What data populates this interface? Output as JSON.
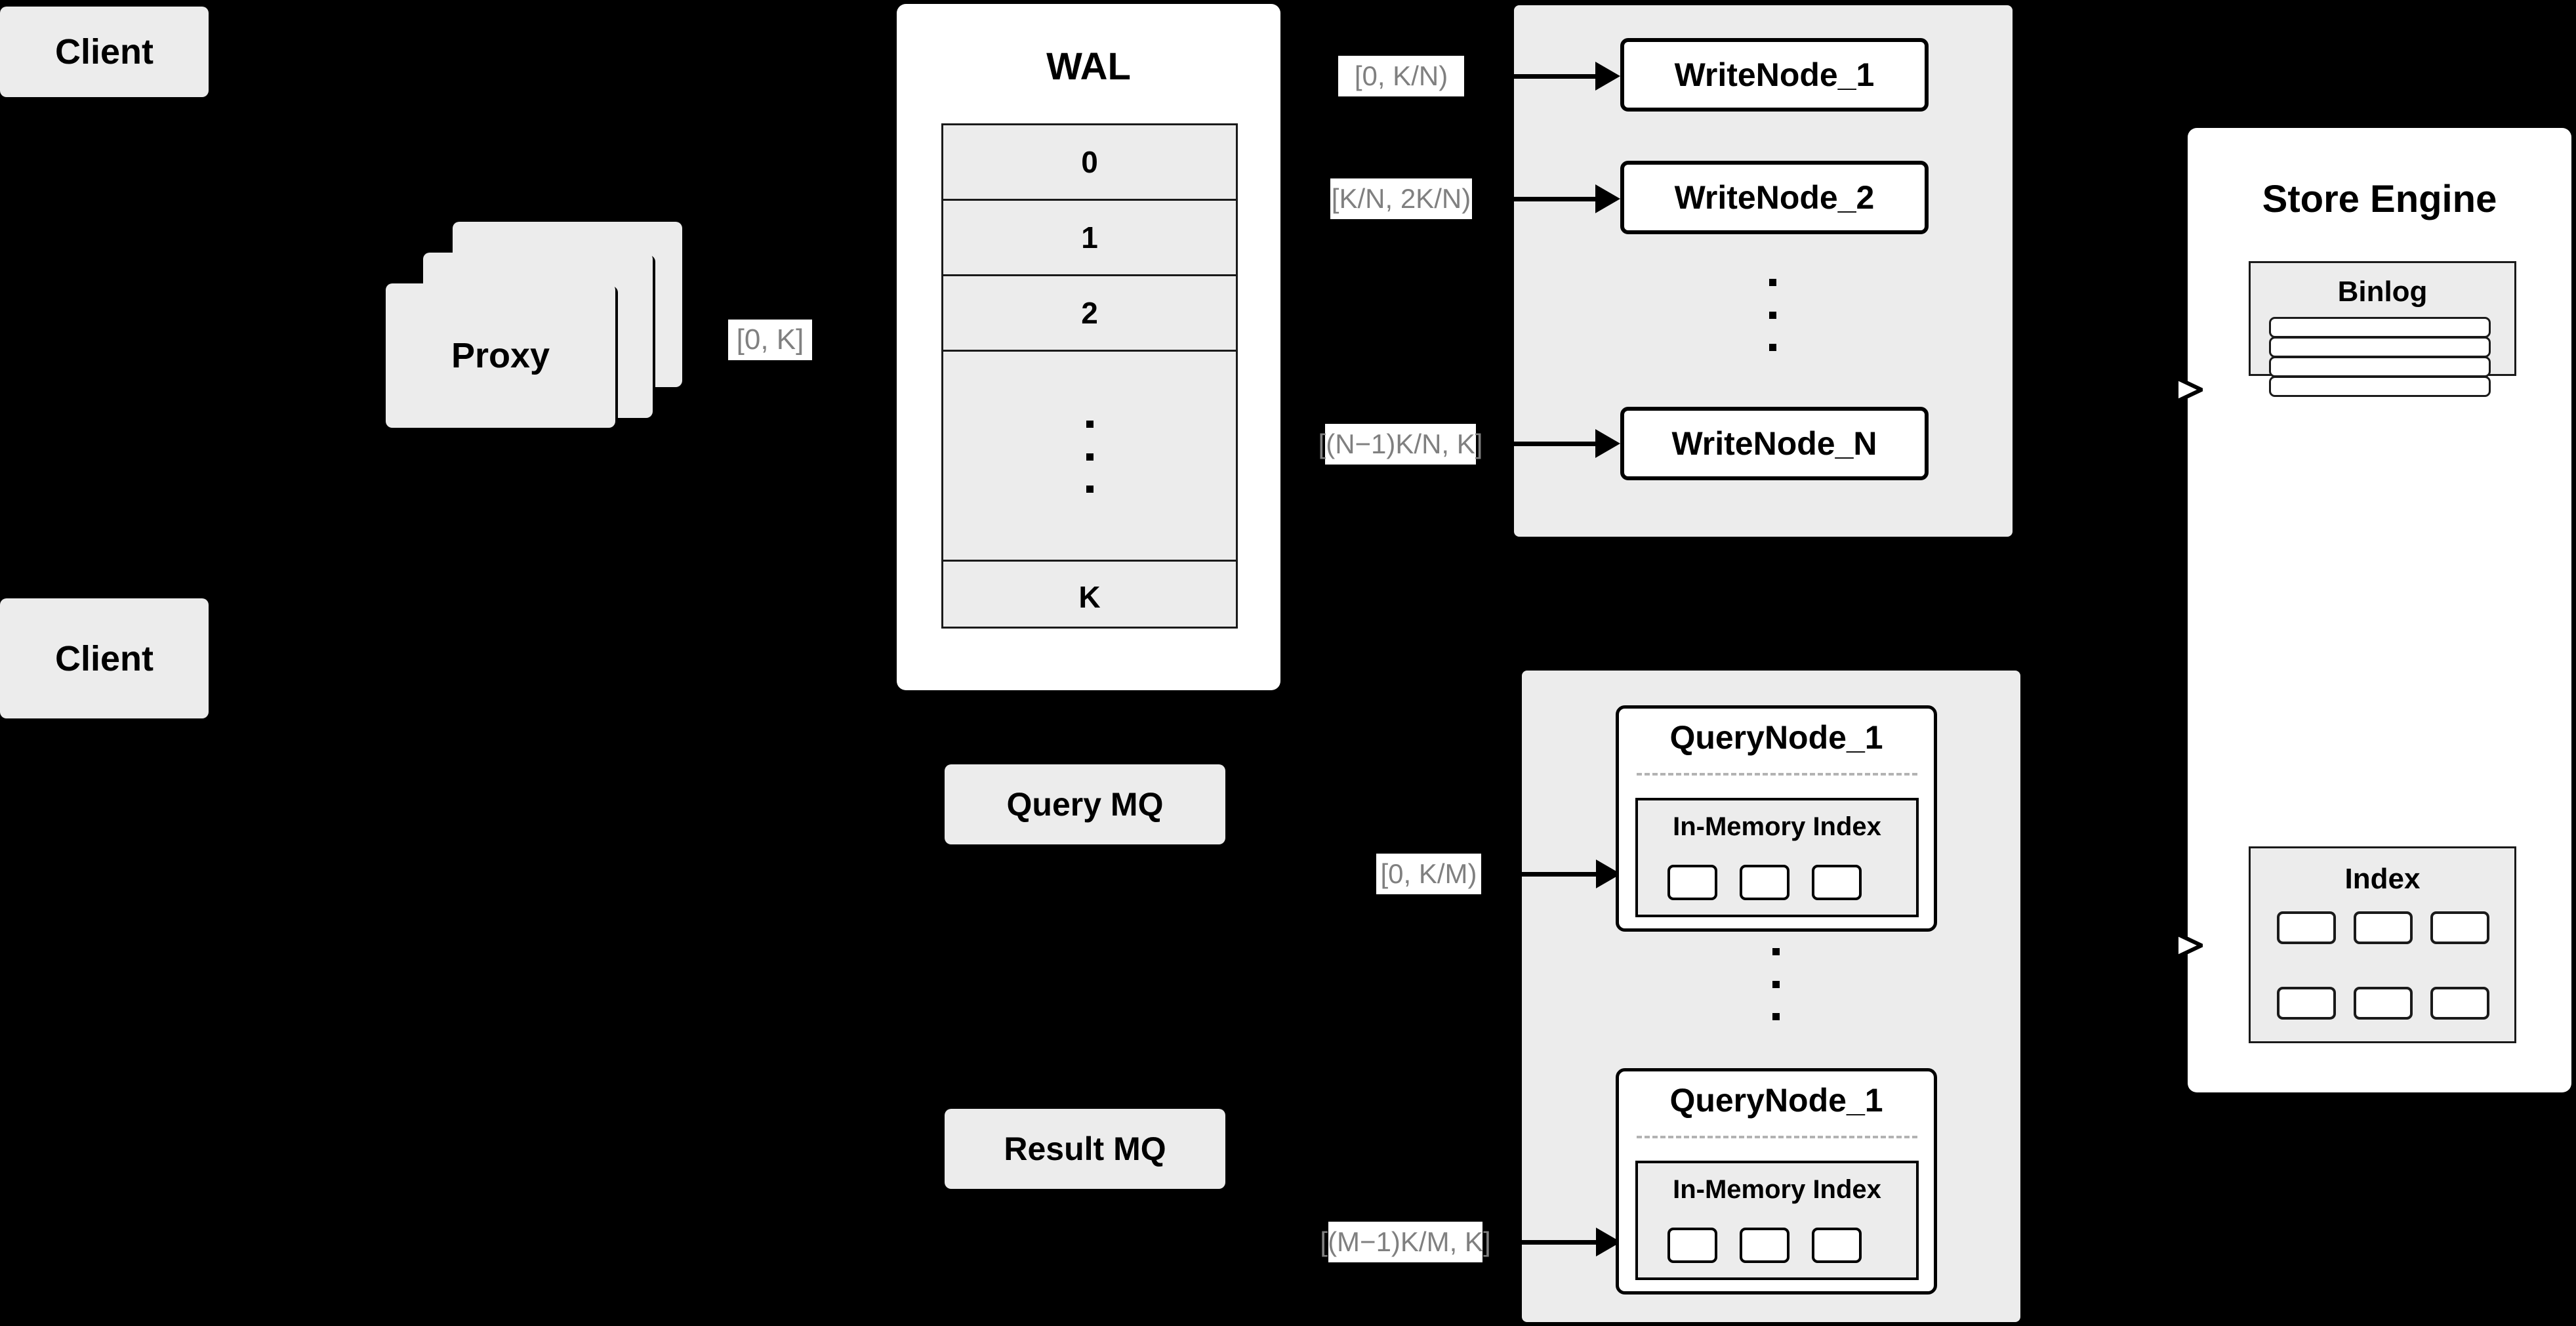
{
  "diagram": {
    "background_color": "#000000",
    "box_fill": "#ececec",
    "panel_fill": "#ffffff",
    "stroke_color": "#000000",
    "label_text_color": "#808080"
  },
  "clients": [
    {
      "label": "Client"
    },
    {
      "label": "Client"
    }
  ],
  "proxy": {
    "label": "Proxy",
    "stack_count": 3
  },
  "wal": {
    "title": "WAL",
    "rows": [
      "0",
      "1",
      "2",
      "",
      "K"
    ],
    "ellipsis_row_index": 3,
    "ellipsis_dots": 3
  },
  "write_group": {
    "nodes": [
      {
        "label": "WriteNode_1"
      },
      {
        "label": "WriteNode_2"
      },
      {
        "label": "WriteNode_N"
      }
    ],
    "ellipsis_dots": 3
  },
  "query_group": {
    "nodes": [
      {
        "label": "QueryNode_1",
        "index_label": "In-Memory Index",
        "chips": 3
      },
      {
        "label": "QueryNode_1",
        "index_label": "In-Memory Index",
        "chips": 3
      }
    ],
    "ellipsis_dots": 3
  },
  "message_queues": [
    {
      "label": "Query MQ"
    },
    {
      "label": "Result MQ"
    }
  ],
  "store_engine": {
    "title": "Store Engine",
    "binlog": {
      "title": "Binlog",
      "rows": 4
    },
    "index": {
      "title": "Index",
      "cells": 6,
      "columns": 3,
      "rows": 2
    }
  },
  "edge_labels": {
    "proxy_to_wal": "[0,  K]",
    "wal_to_writenode_1": "[0,  K/N)",
    "wal_to_writenode_2": "[K/N, 2K/N)",
    "wal_to_writenode_n": "[(N−1)K/N,  K]",
    "mq_to_querynode_1": "[0, K/M)",
    "mq_to_querynode_m": "[(M−1)K/M, K]"
  }
}
